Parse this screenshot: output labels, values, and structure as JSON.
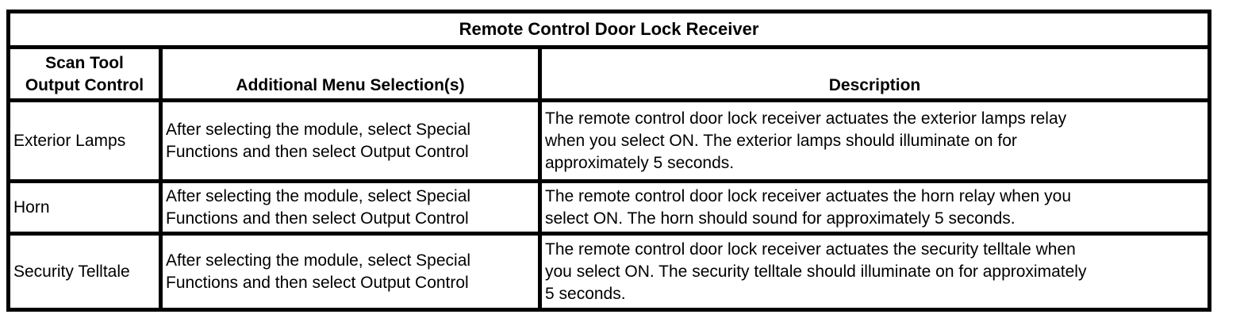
{
  "table": {
    "title": "Remote Control Door Lock Receiver",
    "headers": {
      "scan_tool_output_control": "Scan Tool\nOutput Control",
      "additional_menu_selections": "Additional Menu Selection(s)",
      "description": "Description"
    },
    "rows": [
      {
        "output_control": "Exterior Lamps",
        "menu_selections": "After selecting the module, select Special\nFunctions and then select Output Control",
        "description": "The remote control door lock receiver actuates the exterior lamps relay\nwhen you select ON. The exterior lamps should illuminate on for\napproximately 5 seconds."
      },
      {
        "output_control": "Horn",
        "menu_selections": "After selecting the module, select Special\nFunctions and then select Output Control",
        "description": "The remote control door lock receiver actuates the horn relay when you\nselect ON. The horn should sound for approximately 5 seconds."
      },
      {
        "output_control": "Security Telltale",
        "menu_selections": "After selecting the module, select Special\nFunctions and then select Output Control",
        "description": "The remote control door lock receiver actuates the security telltale when\nyou select ON. The security telltale should illuminate on for approximately\n5 seconds."
      }
    ],
    "colors": {
      "border": "#000000",
      "text": "#000000",
      "background": "#ffffff"
    }
  }
}
